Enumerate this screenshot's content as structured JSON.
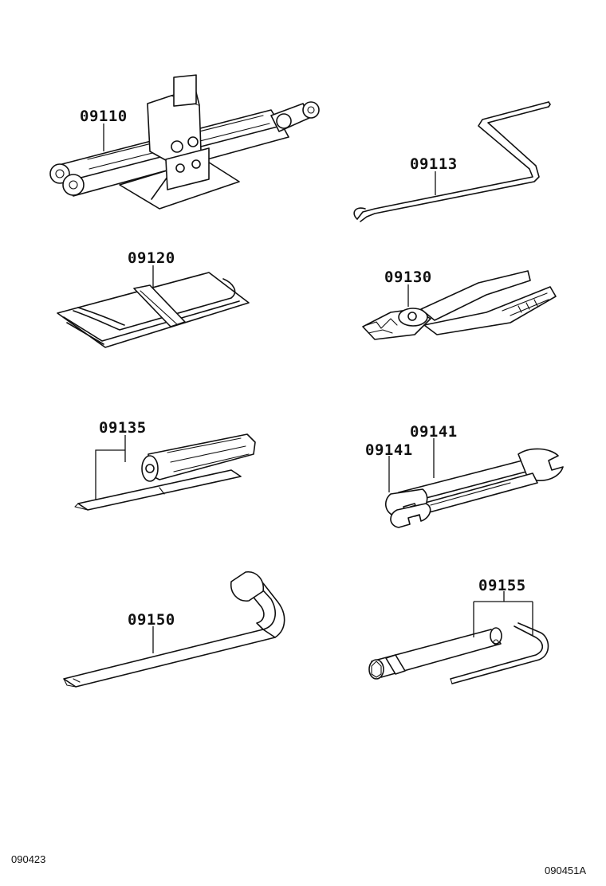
{
  "parts": {
    "jack": "09110",
    "jack_handle": "09113",
    "tool_bag": "09120",
    "pliers": "09130",
    "screwdriver": "09135",
    "wrench_a": "09141",
    "wrench_b": "09141",
    "wheel_nut_wrench": "09150",
    "tool_set": "09155"
  },
  "footer": {
    "left_code": "090423",
    "right_code": "090451A"
  },
  "icons": [
    "scissor-jack-icon",
    "jack-handle-icon",
    "tool-bag-icon",
    "pliers-icon",
    "screwdriver-icon",
    "wrench-icon",
    "wheel-nut-wrench-icon",
    "socket-bar-icon"
  ]
}
